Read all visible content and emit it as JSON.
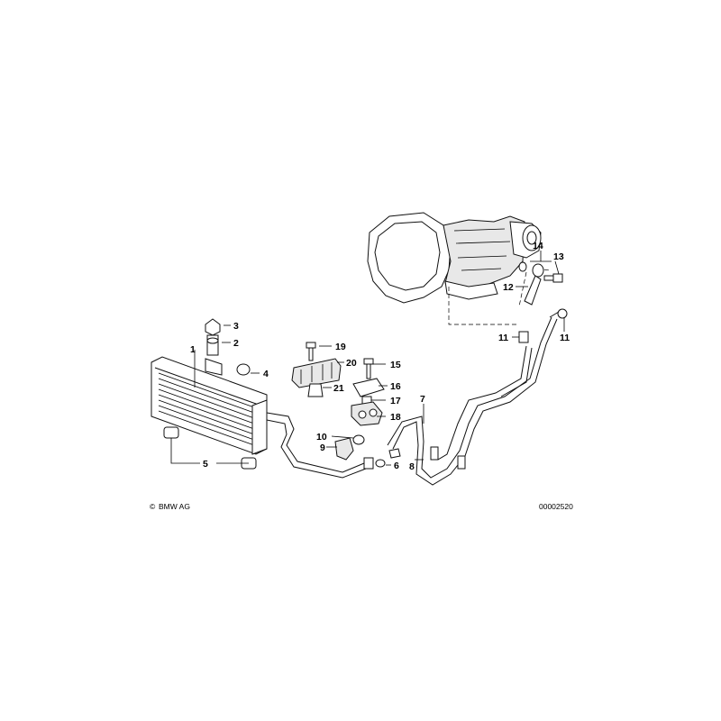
{
  "callouts": [
    "1",
    "2",
    "3",
    "4",
    "5",
    "6",
    "7",
    "8",
    "9",
    "10",
    "11",
    "11",
    "12",
    "13",
    "14",
    "15",
    "16",
    "17",
    "18",
    "19",
    "20",
    "21"
  ],
  "footer": {
    "copyright": "BMW AG",
    "copyright_symbol": "©",
    "drawing_number": "00002520"
  }
}
